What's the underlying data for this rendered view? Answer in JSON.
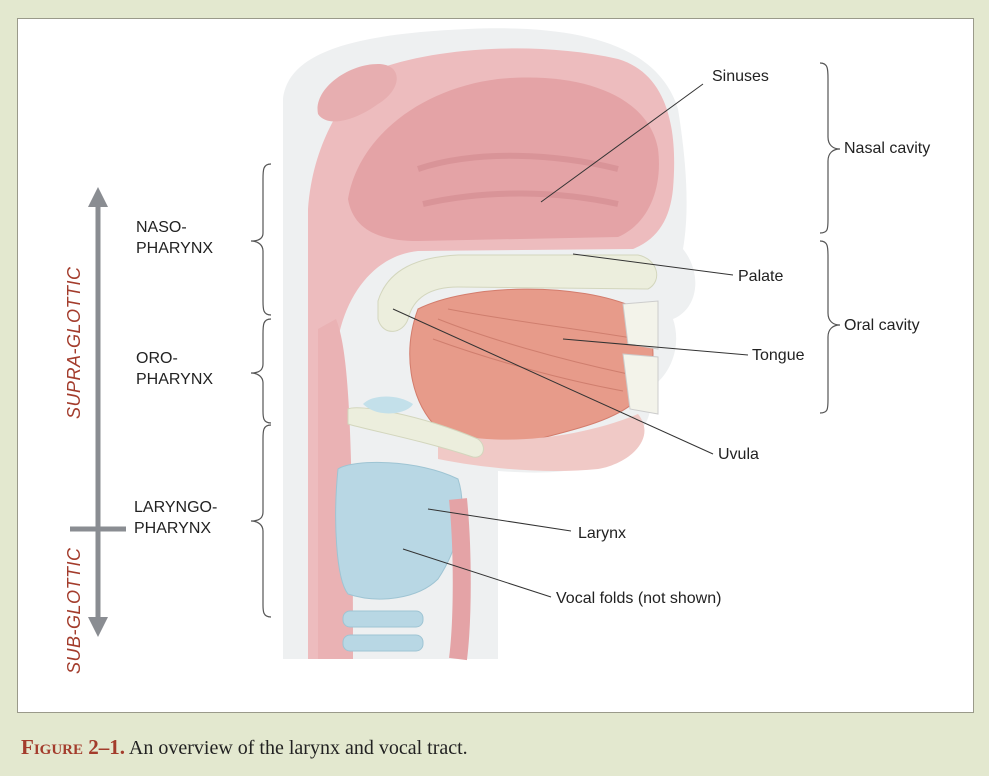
{
  "labels": {
    "sinuses": "Sinuses",
    "nasal_cavity": "Nasal cavity",
    "palate": "Palate",
    "oral_cavity": "Oral cavity",
    "tongue": "Tongue",
    "uvula": "Uvula",
    "larynx": "Larynx",
    "vocal_folds": "Vocal folds (not shown)"
  },
  "regions": {
    "naso": "NASO-\nPHARYNX",
    "oro": "ORO-\nPHARYNX",
    "laryngo": "LARYNGO-\nPHARYNX"
  },
  "axis": {
    "supra": "SUPRA-GLOTTIC",
    "sub": "SUB-GLOTTIC"
  },
  "caption": {
    "figure": "Figure 2–1.",
    "text": " An overview of the larynx and vocal tract."
  },
  "colors": {
    "background": "#e3e8cf",
    "tissue": "#edbcbe",
    "tissue_dark": "#e4a3a6",
    "bone": "#eceedd",
    "muscle": "#e79b8a",
    "cartilage": "#b8d7e4",
    "accent": "#a33c2c",
    "arrow": "#8a8d92"
  }
}
